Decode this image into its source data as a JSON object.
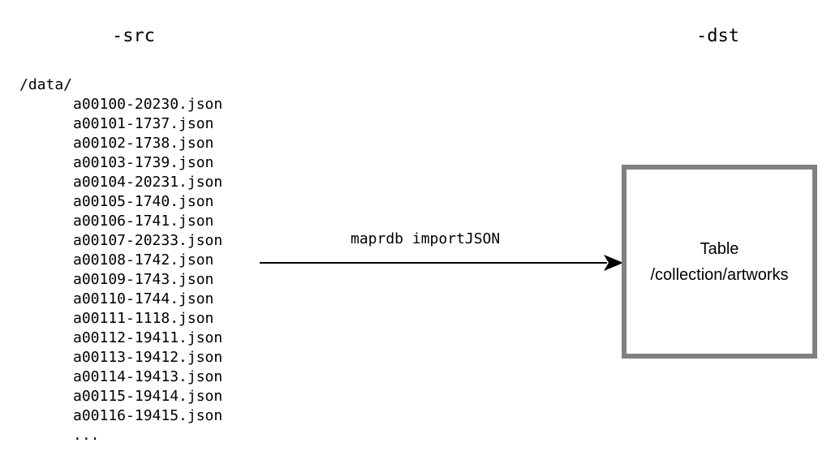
{
  "src_label": "-src",
  "dst_label": "-dst",
  "source_dir": "/data/",
  "files": [
    "a00100-20230.json",
    "a00101-1737.json",
    "a00102-1738.json",
    "a00103-1739.json",
    "a00104-20231.json",
    "a00105-1740.json",
    "a00106-1741.json",
    "a00107-20233.json",
    "a00108-1742.json",
    "a00109-1743.json",
    "a00110-1744.json",
    "a00111-1118.json",
    "a00112-19411.json",
    "a00113-19412.json",
    "a00114-19413.json",
    "a00115-19414.json",
    "a00116-19415.json",
    "..."
  ],
  "command": "maprdb importJSON",
  "destination": {
    "title": "Table",
    "path": "/collection/artworks"
  },
  "colors": {
    "box_border": "#808080",
    "arrow": "#000000"
  }
}
